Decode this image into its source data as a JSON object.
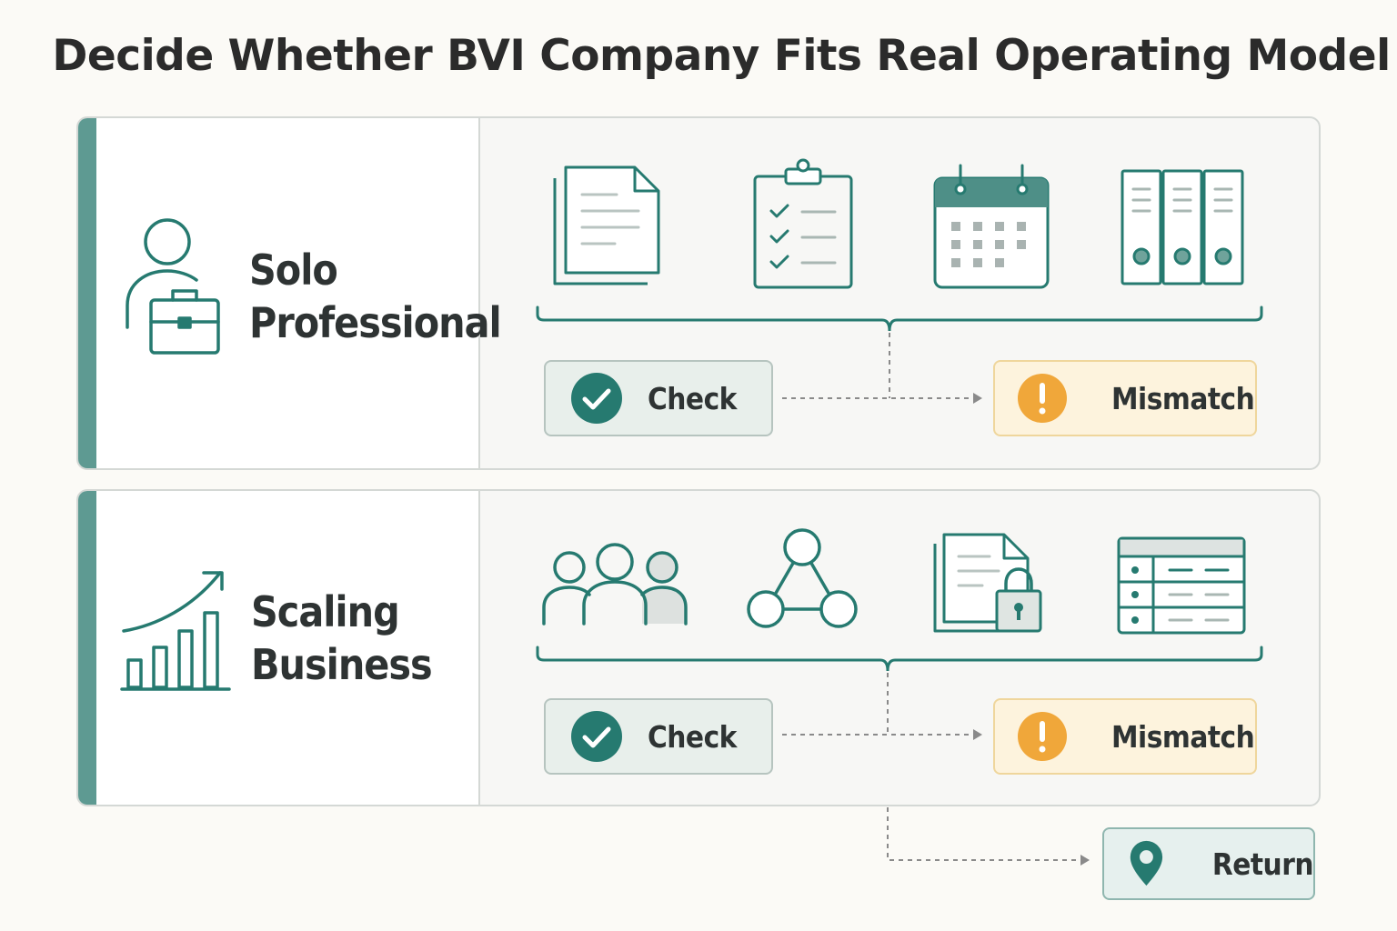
{
  "title": "Decide Whether BVI Company Fits Real Operating Model",
  "panels": [
    {
      "label_line1": "Solo",
      "label_line2": "Professional",
      "check_label": "Check",
      "mismatch_label": "Mismatch",
      "icons": [
        "person-briefcase-icon",
        "documents-icon",
        "checklist-clipboard-icon",
        "calendar-icon",
        "binders-icon"
      ]
    },
    {
      "label_line1": "Scaling",
      "label_line2": "Business",
      "check_label": "Check",
      "mismatch_label": "Mismatch",
      "icons": [
        "growth-chart-icon",
        "team-icon",
        "network-icon",
        "locked-document-icon",
        "table-icon"
      ]
    }
  ],
  "return_label": "Return",
  "colors": {
    "teal": "#267a70",
    "teal_light": "#5e9a92",
    "amber": "#f0a73a",
    "check_bg": "#e8efeb",
    "mismatch_bg": "#fdf3dd",
    "return_bg": "#e6f0ee"
  }
}
